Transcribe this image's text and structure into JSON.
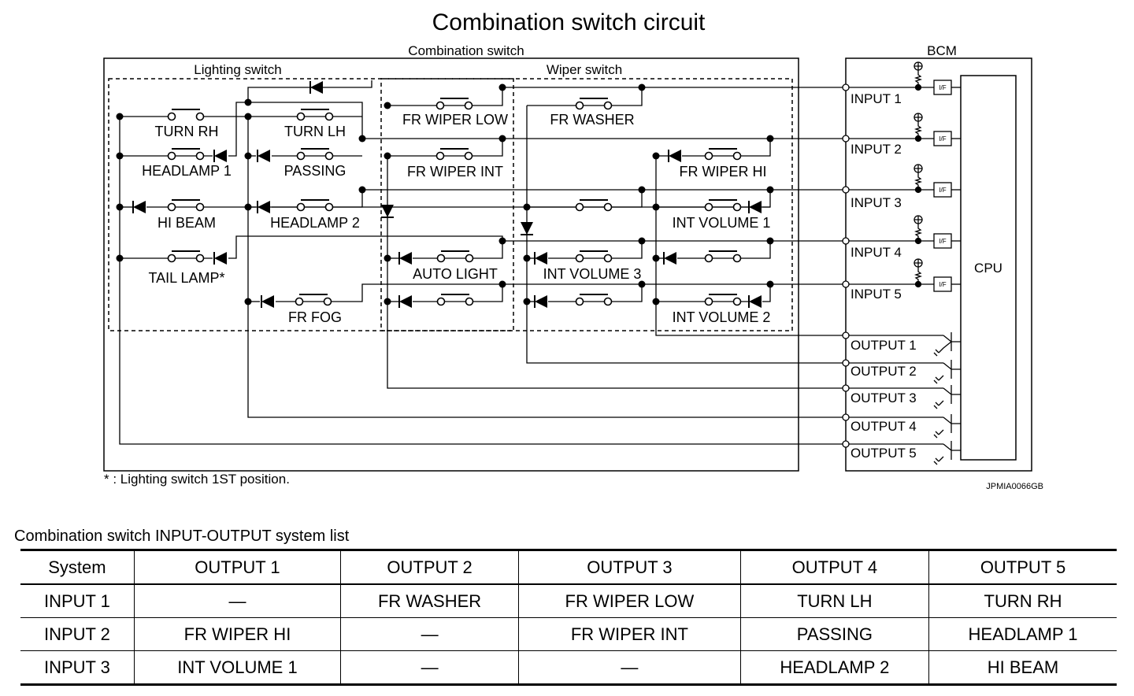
{
  "title": "Combination switch circuit",
  "diagram": {
    "combination_switch_label": "Combination switch",
    "lighting_switch_label": "Lighting switch",
    "wiper_switch_label": "Wiper switch",
    "bcm_label": "BCM",
    "cpu_label": "CPU",
    "if_label": "I/F",
    "inputs": [
      "INPUT 1",
      "INPUT 2",
      "INPUT 3",
      "INPUT 4",
      "INPUT 5"
    ],
    "outputs": [
      "OUTPUT 1",
      "OUTPUT 2",
      "OUTPUT 3",
      "OUTPUT 4",
      "OUTPUT 5"
    ],
    "switches": {
      "turn_rh": "TURN RH",
      "turn_lh": "TURN LH",
      "headlamp1": "HEADLAMP 1",
      "passing": "PASSING",
      "hi_beam": "HI BEAM",
      "headlamp2": "HEADLAMP 2",
      "tail_lamp": "TAIL LAMP*",
      "fr_fog": "FR FOG",
      "fr_wiper_low": "FR WIPER LOW",
      "fr_washer": "FR WASHER",
      "fr_wiper_int": "FR WIPER INT",
      "fr_wiper_hi": "FR WIPER HI",
      "int_volume_1": "INT VOLUME 1",
      "auto_light": "AUTO LIGHT",
      "int_volume_3": "INT VOLUME 3",
      "int_volume_2": "INT VOLUME 2"
    },
    "footnote": "* : Lighting switch 1ST position.",
    "figure_code": "JPMIA0066GB"
  },
  "table": {
    "title": "Combination switch INPUT-OUTPUT system list",
    "headers": [
      "System",
      "OUTPUT 1",
      "OUTPUT 2",
      "OUTPUT 3",
      "OUTPUT 4",
      "OUTPUT 5"
    ],
    "rows": [
      [
        "INPUT 1",
        "—",
        "FR WASHER",
        "FR WIPER LOW",
        "TURN LH",
        "TURN RH"
      ],
      [
        "INPUT 2",
        "FR WIPER HI",
        "—",
        "FR WIPER INT",
        "PASSING",
        "HEADLAMP 1"
      ],
      [
        "INPUT 3",
        "INT VOLUME 1",
        "—",
        "—",
        "HEADLAMP 2",
        "HI BEAM"
      ]
    ]
  }
}
